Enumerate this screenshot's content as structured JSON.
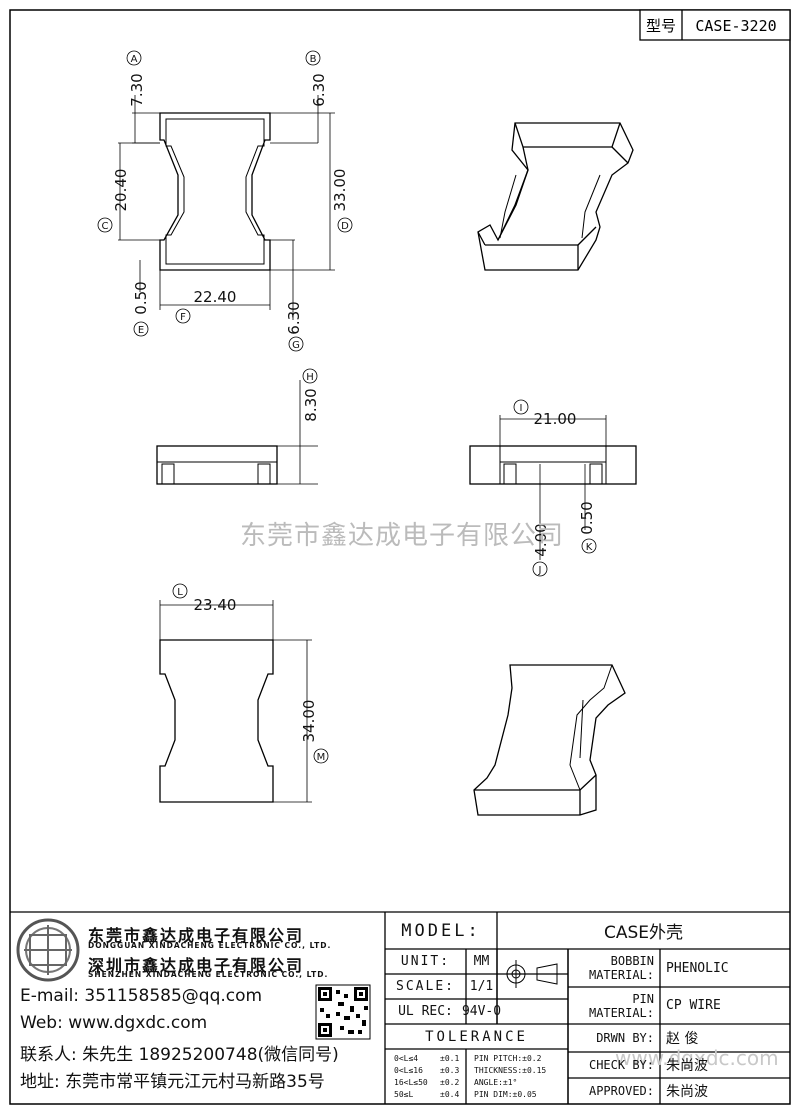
{
  "header": {
    "type_label": "型号",
    "model_code": "CASE-3220"
  },
  "watermark": "东莞市鑫达成电子有限公司",
  "watermark_url": "www.dgxdc.com",
  "views": {
    "top": {
      "dims": [
        {
          "letter": "A",
          "value": "7.30"
        },
        {
          "letter": "B",
          "value": "6.30"
        },
        {
          "letter": "C",
          "value": "20.40"
        },
        {
          "letter": "D",
          "value": "33.00"
        },
        {
          "letter": "E",
          "value": "0.50"
        },
        {
          "letter": "F",
          "value": "22.40"
        },
        {
          "letter": "G",
          "value": "6.30"
        }
      ]
    },
    "side": {
      "dims": [
        {
          "letter": "H",
          "value": "8.30"
        }
      ]
    },
    "front": {
      "dims": [
        {
          "letter": "I",
          "value": "21.00"
        },
        {
          "letter": "J",
          "value": "4.00"
        },
        {
          "letter": "K",
          "value": "0.50"
        }
      ]
    },
    "flat": {
      "dims": [
        {
          "letter": "L",
          "value": "23.40"
        },
        {
          "letter": "M",
          "value": "34.00"
        }
      ]
    }
  },
  "company": {
    "name_cn": "东莞市鑫达成电子有限公司",
    "name_en": "DONGGUAN XINDACHENG ELECTRONIC CO., LTD.",
    "name2_cn": "深圳市鑫达成电子有限公司",
    "name2_en": "SHENZHEN XINDACHENG ELECTRONIC CO., LTD.",
    "email": "E-mail: 351158585@qq.com",
    "web": "Web: www.dgxdc.com",
    "contact": "联系人: 朱先生 18925200748(微信同号)",
    "address": "地址: 东莞市常平镇元江元村马新路35号"
  },
  "title_block": {
    "model_label": "MODEL:",
    "model_value": "CASE外壳",
    "unit_label": "UNIT:",
    "unit_value": "MM",
    "scale_label": "SCALE:",
    "scale_value": "1/1",
    "ulrec_label": "UL REC:",
    "ulrec_value": "94V-0",
    "tolerance_label": "TOLERANCE",
    "bobbin_label_1": "BOBBIN",
    "bobbin_label_2": "MATERIAL:",
    "bobbin_value": "PHENOLIC",
    "pin_label_1": "PIN",
    "pin_label_2": "MATERIAL:",
    "pin_value": "CP WIRE",
    "drawn_label": "DRWN BY:",
    "drawn_value": "赵 俊",
    "check_label": "CHECK BY:",
    "check_value": "朱尚波",
    "approved_label": "APPROVED:",
    "approved_value": "朱尚波",
    "tolerances": [
      {
        "range": "0<L≤4",
        "tol": "±0.1",
        "spec": "PIN PITCH:±0.2"
      },
      {
        "range": "0<L≤16",
        "tol": "±0.3",
        "spec": "THICKNESS:±0.15"
      },
      {
        "range": "16<L≤50",
        "tol": "±0.2",
        "spec": "ANGLE:±1°"
      },
      {
        "range": "50≤L",
        "tol": "±0.4",
        "spec": "PIN DIM:±0.05"
      }
    ]
  }
}
